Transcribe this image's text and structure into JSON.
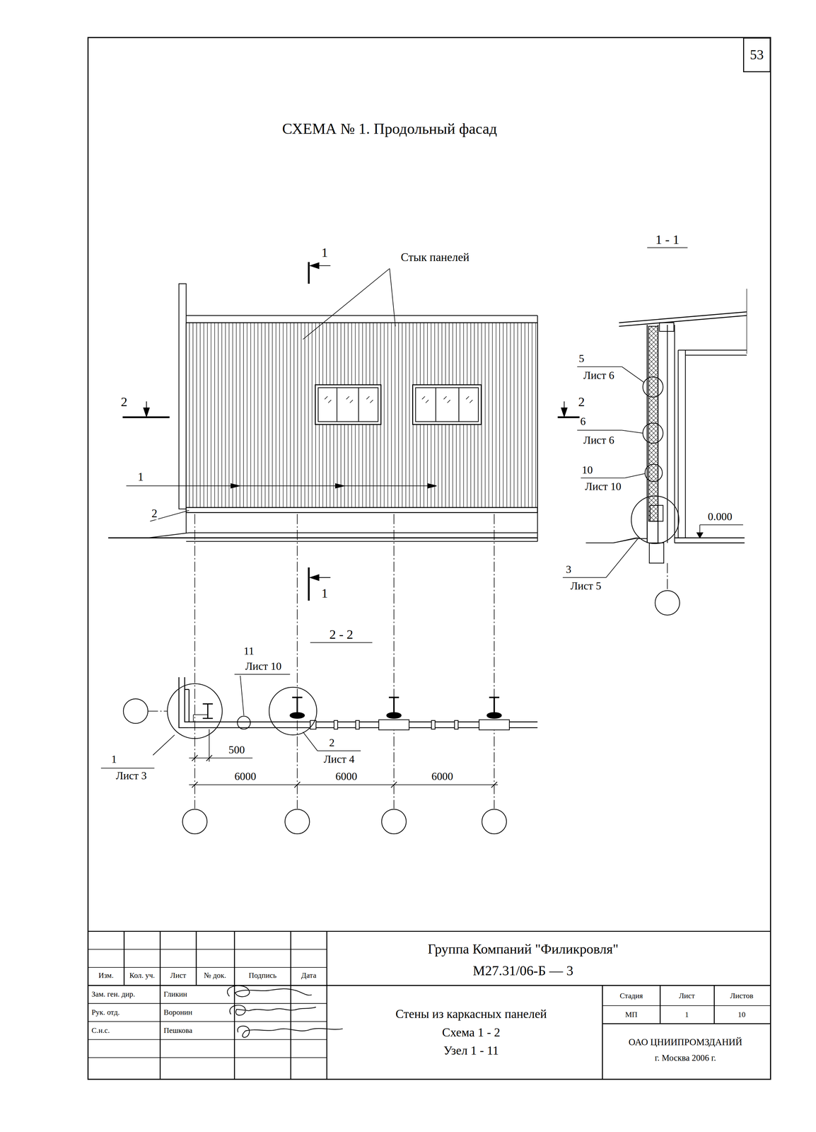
{
  "diagram": {
    "title": "СХЕМА № 1. Продольный фасад",
    "nodes": [
      {
        "text": [
          "53"
        ]
      }
    ],
    "labels": [
      "Стык панелей",
      "1",
      "1",
      "2",
      "2",
      "1 - 1",
      "5",
      "Лист 6",
      "6",
      "Лист 6",
      "10",
      "Лист 10",
      "0.000",
      "3",
      "Лист 5",
      "1",
      "2",
      "2 - 2",
      "11",
      "Лист 10",
      "500",
      "1",
      "Лист 3",
      "2",
      "Лист 4",
      "6000",
      "6000",
      "6000",
      "Изм.",
      "Кол. уч.",
      "Лист",
      "№ док.",
      "Подпись",
      "Дата",
      "Зам. ген. дир.",
      "Гликин",
      "Рук. отд.",
      "Воронин",
      "С.н.с.",
      "Пешкова",
      "Группа Компаний \"Филикровля\"",
      "М27.31/06-Б — 3",
      "Стены из каркасных панелей",
      "Схема 1 - 2",
      "Узел 1 - 11",
      "Стадия",
      "Лист",
      "Листов",
      "МП",
      "1",
      "10",
      "ОАО ЦНИИПРОМЗДАНИЙ",
      "г. Москва 2006 г."
    ]
  }
}
